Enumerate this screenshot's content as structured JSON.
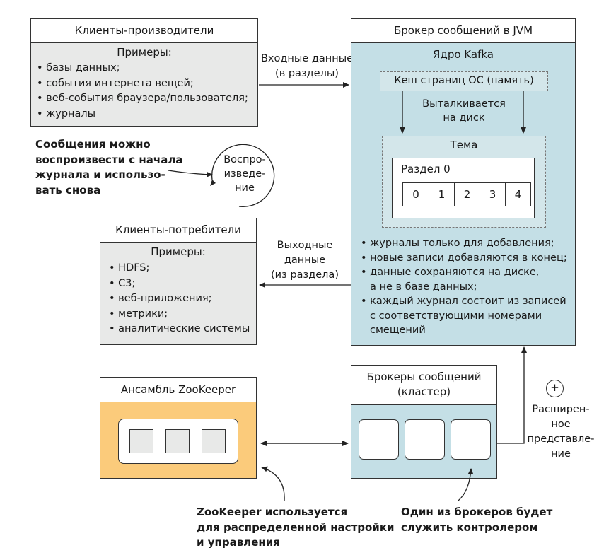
{
  "producers": {
    "title": "Клиенты-производители",
    "examples_label": "Примеры:",
    "items": [
      "базы данных;",
      "события интернета вещей;",
      "веб-события браузера/пользователя;",
      "журналы"
    ]
  },
  "input_arrow": {
    "line1": "Входные данные",
    "line2": "(в разделы)"
  },
  "broker_jvm": {
    "title": "Брокер сообщений в JVM",
    "core_label": "Ядро Kafka",
    "page_cache": "Кеш страниц ОС (память)",
    "flush_line1": "Выталкивается",
    "flush_line2": "на диск",
    "topic_label": "Тема",
    "partition_label": "Раздел 0",
    "offsets": [
      "0",
      "1",
      "2",
      "3",
      "4"
    ],
    "notes": [
      [
        "журналы только для добавления;"
      ],
      [
        "новые записи добавляются в конец;"
      ],
      [
        "данные сохраняются на диске,",
        "а не в базе данных;"
      ],
      [
        "каждый журнал состоит из записей",
        "с соответствующими номерами",
        "смещений"
      ]
    ]
  },
  "replay_note": {
    "lines": [
      "Сообщения можно",
      "воспроизвести с начала",
      "журнала и использо-",
      "вать снова"
    ]
  },
  "replay_circle": {
    "lines": [
      "Воспро-",
      "изведе-",
      "ние"
    ]
  },
  "consumers": {
    "title": "Клиенты-потребители",
    "examples_label": "Примеры:",
    "items": [
      "HDFS;",
      "С3;",
      "веб-приложения;",
      "метрики;",
      "аналитические системы"
    ]
  },
  "output_arrow": {
    "line1": "Выходные",
    "line2": "данные",
    "line3": "(из раздела)"
  },
  "zookeeper": {
    "title": "Ансамбль ZooKeeper",
    "node_count": 3
  },
  "brokers_cluster": {
    "title_line1": "Брокеры сообщений",
    "title_line2": "(кластер)",
    "broker_count": 3
  },
  "extended": {
    "icon": "plus-circle-icon",
    "lines": [
      "Расширен-",
      "ное",
      "представле-",
      "ние"
    ]
  },
  "zk_note": {
    "lines": [
      "ZooKeeper используется",
      "для распределенной настройки",
      "и управления"
    ]
  },
  "controller_note": {
    "lines": [
      "Один из брокеров будет",
      "служить контролером"
    ]
  },
  "colors": {
    "gray": "#e8e9e8",
    "blue": "#c4dfe6",
    "orange": "#fbcb7b",
    "border": "#333333"
  }
}
